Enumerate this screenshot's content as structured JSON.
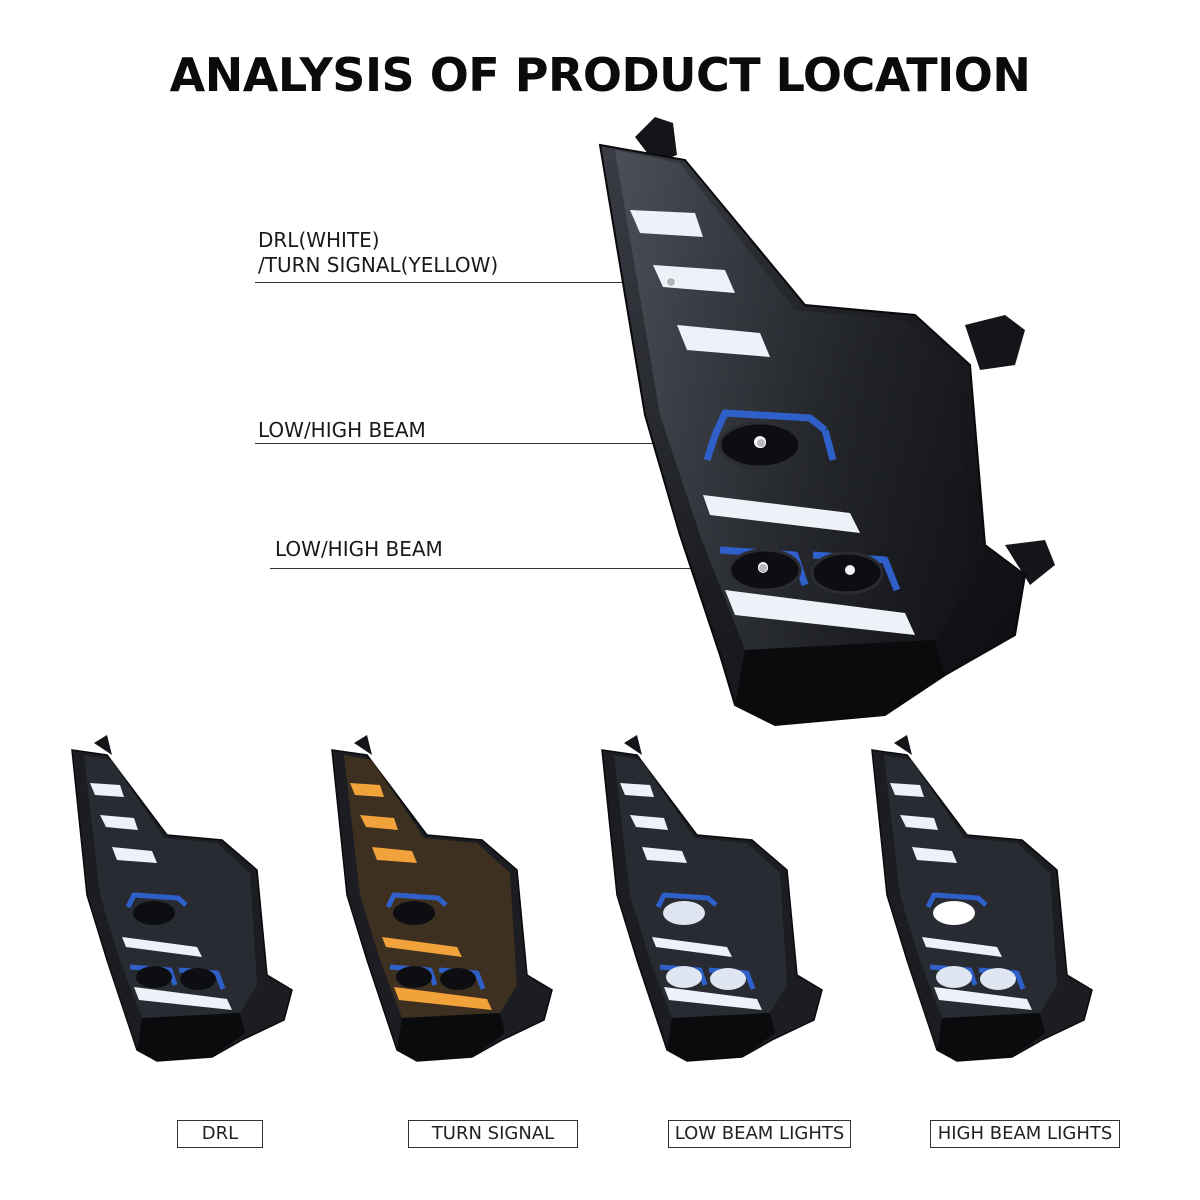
{
  "title": "ANALYSIS OF PRODUCT LOCATION",
  "callouts": [
    {
      "line1": "DRL(WHITE)",
      "line2": "/TURN SIGNAL(YELLOW)"
    },
    {
      "line1": "LOW/HIGH BEAM"
    },
    {
      "line1": "LOW/HIGH BEAM"
    }
  ],
  "modes": [
    {
      "caption": "DRL",
      "state": "drl"
    },
    {
      "caption": "TURN SIGNAL",
      "state": "turn"
    },
    {
      "caption": "LOW BEAM LIGHTS",
      "state": "low"
    },
    {
      "caption": "HIGH BEAM LIGHTS",
      "state": "high"
    }
  ],
  "colors": {
    "housing": "#1b1d22",
    "accent_blue": "#2f5fc9",
    "drl_white": "#eef2f8",
    "turn_amber": "#f2a23a"
  }
}
